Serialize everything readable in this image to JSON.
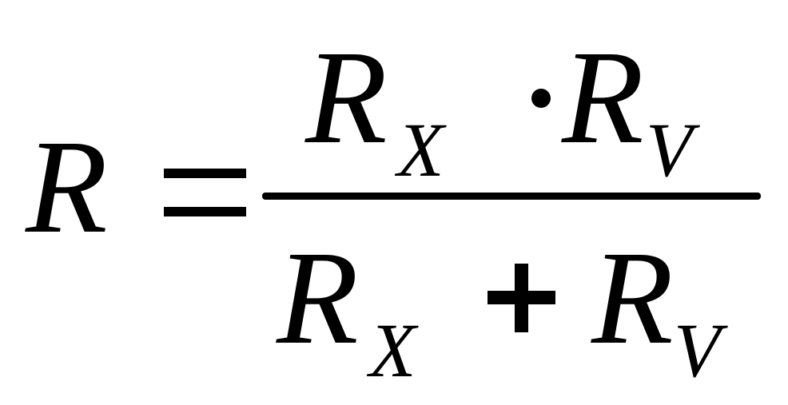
{
  "formula": {
    "lhs": "R",
    "equals": "=",
    "numerator": {
      "term1": {
        "symbol": "R",
        "subscript": "X"
      },
      "operator": "·",
      "term2": {
        "symbol": "R",
        "subscript": "V"
      }
    },
    "denominator": {
      "term1": {
        "symbol": "R",
        "subscript": "X"
      },
      "operator": "+",
      "term2": {
        "symbol": "R",
        "subscript": "V"
      }
    }
  }
}
